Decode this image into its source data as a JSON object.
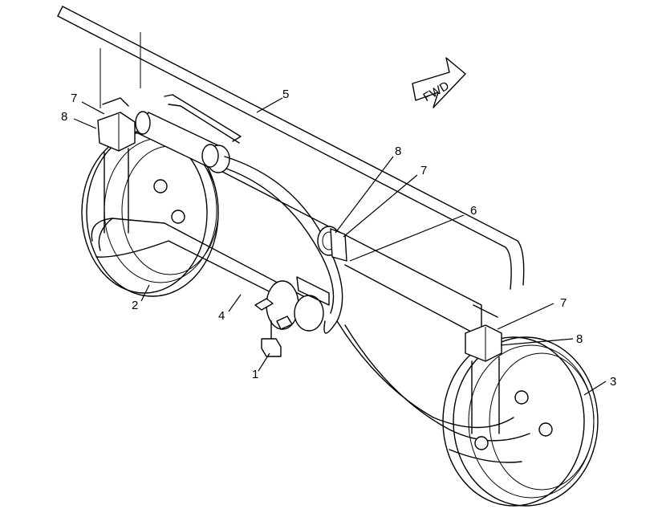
{
  "arrow_label": "FWD",
  "callouts": {
    "c1": "1",
    "c2": "2",
    "c3": "3",
    "c4": "4",
    "c5": "5",
    "c6": "6",
    "c7a": "7",
    "c8a": "8",
    "c8b": "8",
    "c7b": "7",
    "c7c": "7",
    "c8c": "8"
  }
}
